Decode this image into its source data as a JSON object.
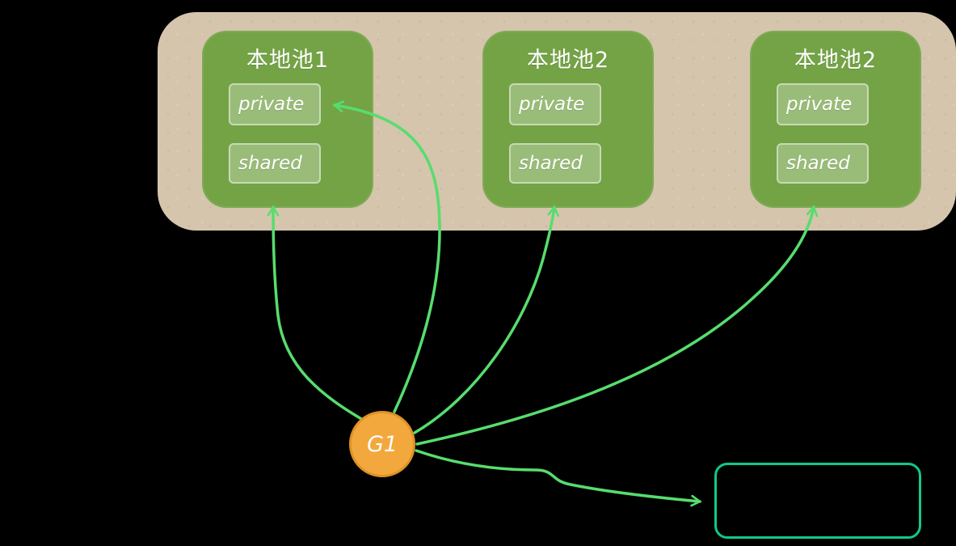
{
  "colors": {
    "background": "#000000",
    "container-bg": "#d5c5ad",
    "pool-bg": "#74a346",
    "text": "#ffffff",
    "arrow": "#57dd6d",
    "node-bg": "#f3a83d",
    "node-border": "#dd9326",
    "target-box-border": "#0ec98a"
  },
  "pools": [
    {
      "title": "本地池1",
      "sections": [
        "private",
        "shared"
      ]
    },
    {
      "title": "本地池2",
      "sections": [
        "private",
        "shared"
      ]
    },
    {
      "title": "本地池2",
      "sections": [
        "private",
        "shared"
      ]
    }
  ],
  "node": {
    "label": "G1"
  },
  "target_box": {
    "label": ""
  },
  "edges": [
    {
      "from": "G1",
      "to": "pool-1-shared"
    },
    {
      "from": "G1",
      "to": "pool-1-private"
    },
    {
      "from": "G1",
      "to": "pool-2-shared"
    },
    {
      "from": "G1",
      "to": "pool-3-shared"
    },
    {
      "from": "G1",
      "to": "target-box"
    }
  ]
}
